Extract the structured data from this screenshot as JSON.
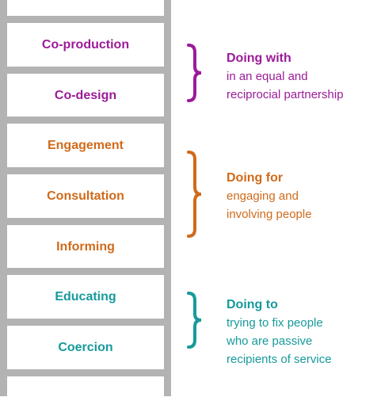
{
  "ladder": {
    "rail_color": "#b3b3b3",
    "steps": [
      {
        "label": "Co-production",
        "color": "#9b1b99"
      },
      {
        "label": "Co-design",
        "color": "#9b1b99"
      },
      {
        "label": "Engagement",
        "color": "#d06a1a"
      },
      {
        "label": "Consultation",
        "color": "#d06a1a"
      },
      {
        "label": "Informing",
        "color": "#d06a1a"
      },
      {
        "label": "Educating",
        "color": "#179a9b"
      },
      {
        "label": "Coercion",
        "color": "#179a9b"
      }
    ]
  },
  "groups": [
    {
      "heading": "Doing with",
      "line1": "in an equal and",
      "line2": "reciprocial partnership",
      "line3": "",
      "color": "#9b1b99"
    },
    {
      "heading": "Doing for",
      "line1": "engaging and",
      "line2": "involving people",
      "line3": "",
      "color": "#d06a1a"
    },
    {
      "heading": "Doing to",
      "line1": "trying to fix people",
      "line2": "who are passive",
      "line3": "recipients of service",
      "color": "#179a9b"
    }
  ]
}
